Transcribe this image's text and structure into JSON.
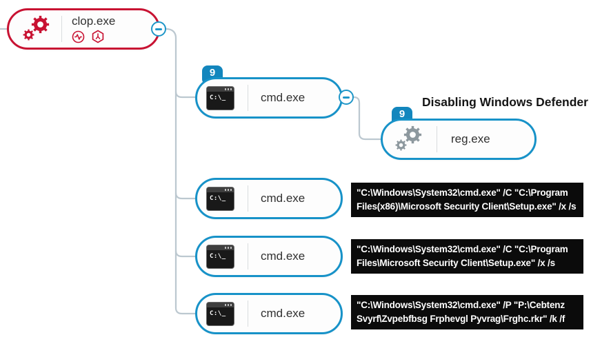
{
  "colors": {
    "malicious_red": "#c81232",
    "process_blue": "#1792c8",
    "badge_blue": "#1386bd",
    "connector_gray": "#bcc8d0",
    "console_bg": "#0b0b0b"
  },
  "icons": {
    "terminal_prompt": "C:\\_",
    "root_gears": "gears-icon",
    "reg_gears": "gears-icon",
    "root_indicators": [
      "activity-pulse-icon",
      "malware-hexagon-icon"
    ],
    "collapse_glyph": "−"
  },
  "root": {
    "name": "clop.exe"
  },
  "children": [
    {
      "name": "cmd.exe",
      "badge": "9"
    },
    {
      "name": "cmd.exe",
      "cmdline": "\"C:\\Windows\\System32\\cmd.exe\" /C \"C:\\Program Files(x86)\\Microsoft Security Client\\Setup.exe\" /x /s"
    },
    {
      "name": "cmd.exe",
      "cmdline": "\"C:\\Windows\\System32\\cmd.exe\" /C \"C:\\Program Files\\Microsoft Security Client\\Setup.exe\" /x /s"
    },
    {
      "name": "cmd.exe",
      "cmdline": "\"C:\\Windows\\System32\\cmd.exe\" /P \"P:\\Cebtenz Svyrf\\Zvpebfbsg Frphevgl Pyvrag\\Frghc.rkr\" /k /f"
    }
  ],
  "grandchild": {
    "name": "reg.exe",
    "badge": "9",
    "annotation": "Disabling Windows Defender"
  }
}
